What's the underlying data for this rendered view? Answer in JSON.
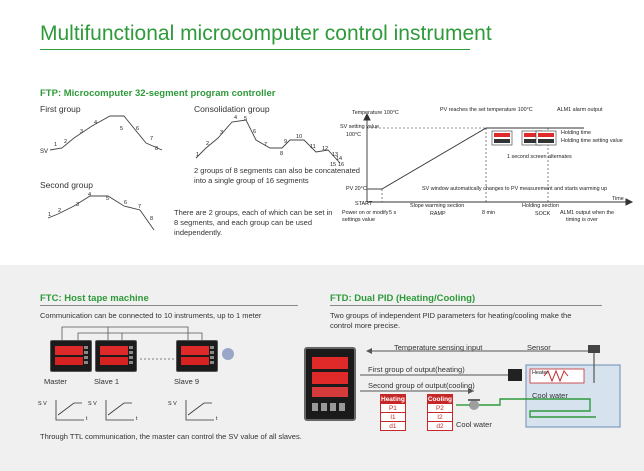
{
  "title": "Multifunctional microcomputer control instrument",
  "ftp": {
    "heading": "FTP: Microcomputer 32-segment program controller",
    "first_group": "First group",
    "consolidation_group": "Consolidation group",
    "second_group": "Second group",
    "sv": "SV",
    "consolidation_text_1": "2 groups of 8 segments can also be concatenated",
    "consolidation_text_2": "into a single group of 16 segments",
    "groups_text_1": "There are 2 groups, each of which can be set in",
    "groups_text_2": "8 segments, and each group can be used",
    "groups_text_3": "independently.",
    "seg_first": [
      "1",
      "2",
      "3",
      "4",
      "5",
      "6",
      "7",
      "8"
    ],
    "seg_consolidated": [
      "1",
      "2",
      "3",
      "4",
      "5",
      "6",
      "7",
      "8",
      "9",
      "10",
      "11",
      "12",
      "13",
      "14",
      "15",
      "16"
    ],
    "seg_second": [
      "1",
      "2",
      "3",
      "4",
      "5",
      "6",
      "7",
      "8"
    ]
  },
  "timing": {
    "temp_axis": "Temperature 100°C",
    "sv_setting": "SV setting value",
    "t100": "100°C",
    "pv20": "PV 20°C",
    "start": "START",
    "pv_reaches": "PV reaches the set temperature 100°C",
    "alm1": "ALM1 alarm output",
    "holding_time": "Holding time",
    "holding_time_sv": "Holding time setting value",
    "alternates": "1 second screen alternates",
    "sv_window": "SV window automatically changes to PV measurement and starts warming up",
    "power_on_1": "Power on or modify",
    "power_on_2": "settings value",
    "five_s": "5 s",
    "slope_section": "Slope warming section",
    "ramp": "RAMP",
    "eight_min": "8 min",
    "holding_section": "Holding section",
    "sock": "SOCK",
    "alm1_when_1": "ALM1 output when the",
    "alm1_when_2": "timing is over",
    "time": "Time"
  },
  "ftc": {
    "heading": "FTC: Host tape machine",
    "text": "Communication can be connected to 10 instruments, up to 1 meter",
    "master": "Master",
    "slave1": "Slave 1",
    "slave9": "Slave 9",
    "footer": "Through TTL communication, the master can control the SV value of all slaves.",
    "sv": "S V",
    "t": "t"
  },
  "ftd": {
    "heading": "FTD: Dual PID (Heating/Cooling)",
    "text_1": "Two groups of independent PID parameters for heating/cooling make the",
    "text_2": "control more precise.",
    "temp_sensing": "Temperature sensing input",
    "sensor": "Sensor",
    "first_output": "First group of output(heating)",
    "second_output": "Second group of output(cooling)",
    "heater": "Heater",
    "cool_water": "Cool water",
    "cool_water_bottom": "Cool water",
    "pid_heading": [
      "Heating",
      "Cooling"
    ],
    "pid_rows": [
      [
        "P1",
        "P2"
      ],
      [
        "I1",
        "I2"
      ],
      [
        "d1",
        "d2"
      ]
    ]
  },
  "colors": {
    "green": "#2e9a3a",
    "red": "#c62828",
    "panel": "#f0f0f0"
  }
}
